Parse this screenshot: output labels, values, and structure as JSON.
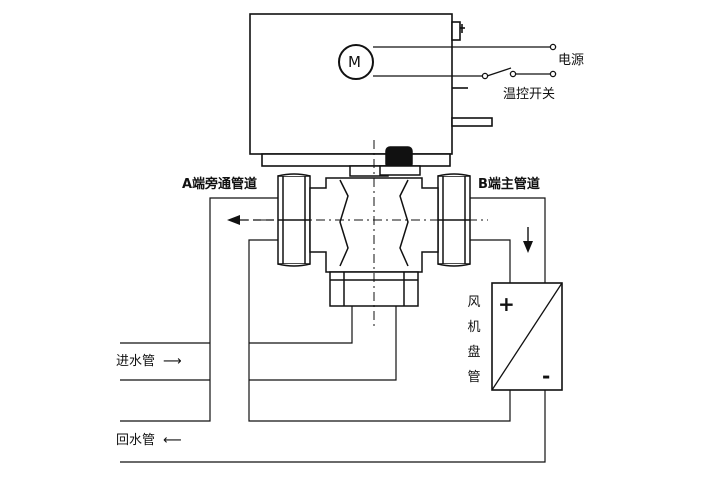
{
  "motor": {
    "symbol": "M"
  },
  "labels": {
    "power": "电源",
    "thermostat_switch": "温控开关",
    "port_a": "A端旁通管道",
    "port_b": "B端主管道",
    "inlet": "进水管",
    "return": "回水管"
  },
  "coil": {
    "chars": [
      "风",
      "机",
      "盘",
      "管"
    ],
    "plus": "+",
    "minus": "-"
  },
  "colors": {
    "stroke": "#111111",
    "fill": "#ffffff",
    "knob": "#111111"
  }
}
